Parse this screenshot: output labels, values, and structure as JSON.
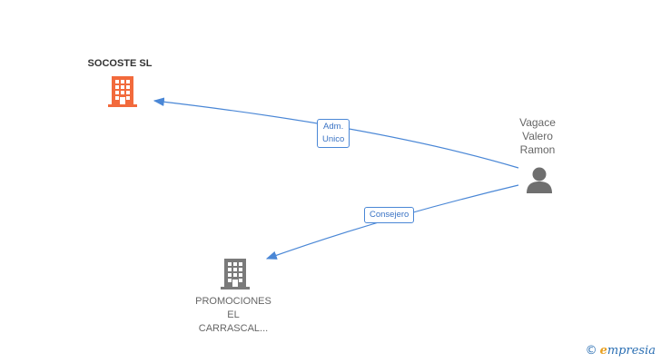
{
  "nodes": {
    "socoste": {
      "label": "SOCOSTE SL",
      "color": "#f26a3c"
    },
    "promociones": {
      "label_lines": [
        "PROMOCIONES",
        "EL",
        "CARRASCAL..."
      ],
      "color": "#7a7a7a"
    },
    "person": {
      "label_lines": [
        "Vagace",
        "Valero",
        "Ramon"
      ],
      "color": "#6f6f6f"
    }
  },
  "edges": [
    {
      "from": "person",
      "to": "socoste",
      "label_lines": [
        "Adm.",
        "Unico"
      ]
    },
    {
      "from": "person",
      "to": "promociones",
      "label_lines": [
        "Consejero"
      ]
    }
  ],
  "colors": {
    "edge": "#4a87d6"
  },
  "brand": {
    "copyright": "©",
    "initial": "e",
    "name": "mpresia"
  }
}
